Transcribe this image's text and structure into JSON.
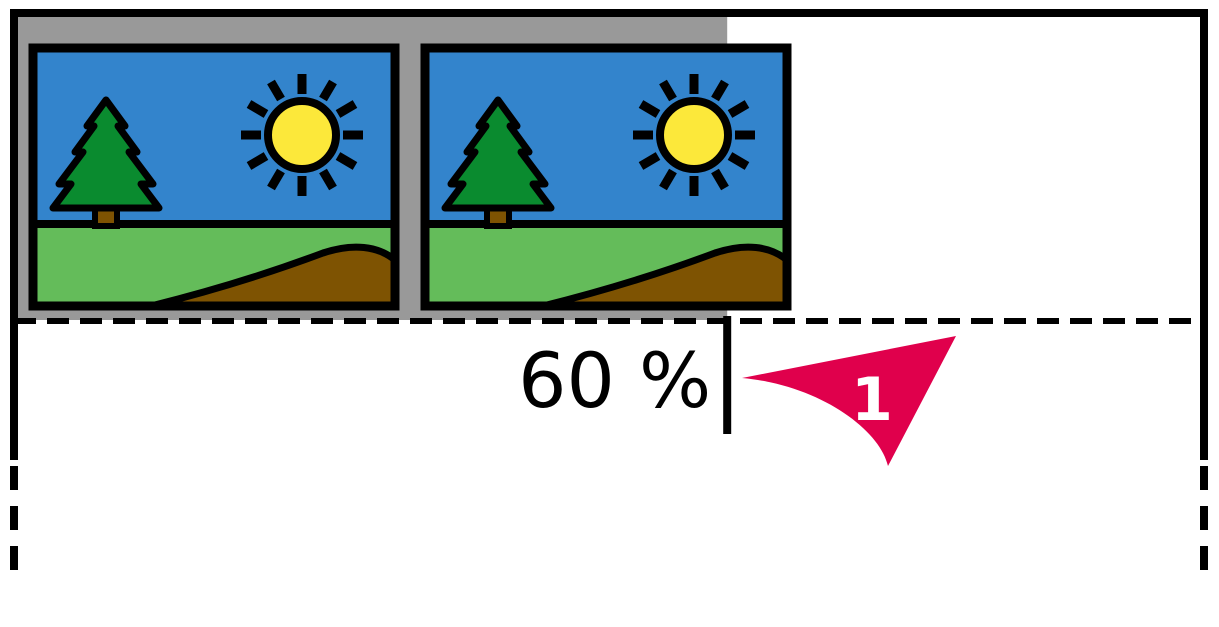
{
  "progress": {
    "label": "60 %",
    "fraction": 0.6
  },
  "callout": {
    "number": "1"
  },
  "icons": [
    "landscape-image-icon",
    "landscape-image-icon"
  ],
  "colors": {
    "progress_fill": "#999999",
    "sky": "#3384CC",
    "sun": "#FCE83A",
    "tree": "#0A8B2F",
    "grass": "#64BC5A",
    "hill": "#7E5302",
    "callout": "#E0004C",
    "outline": "#000000"
  }
}
